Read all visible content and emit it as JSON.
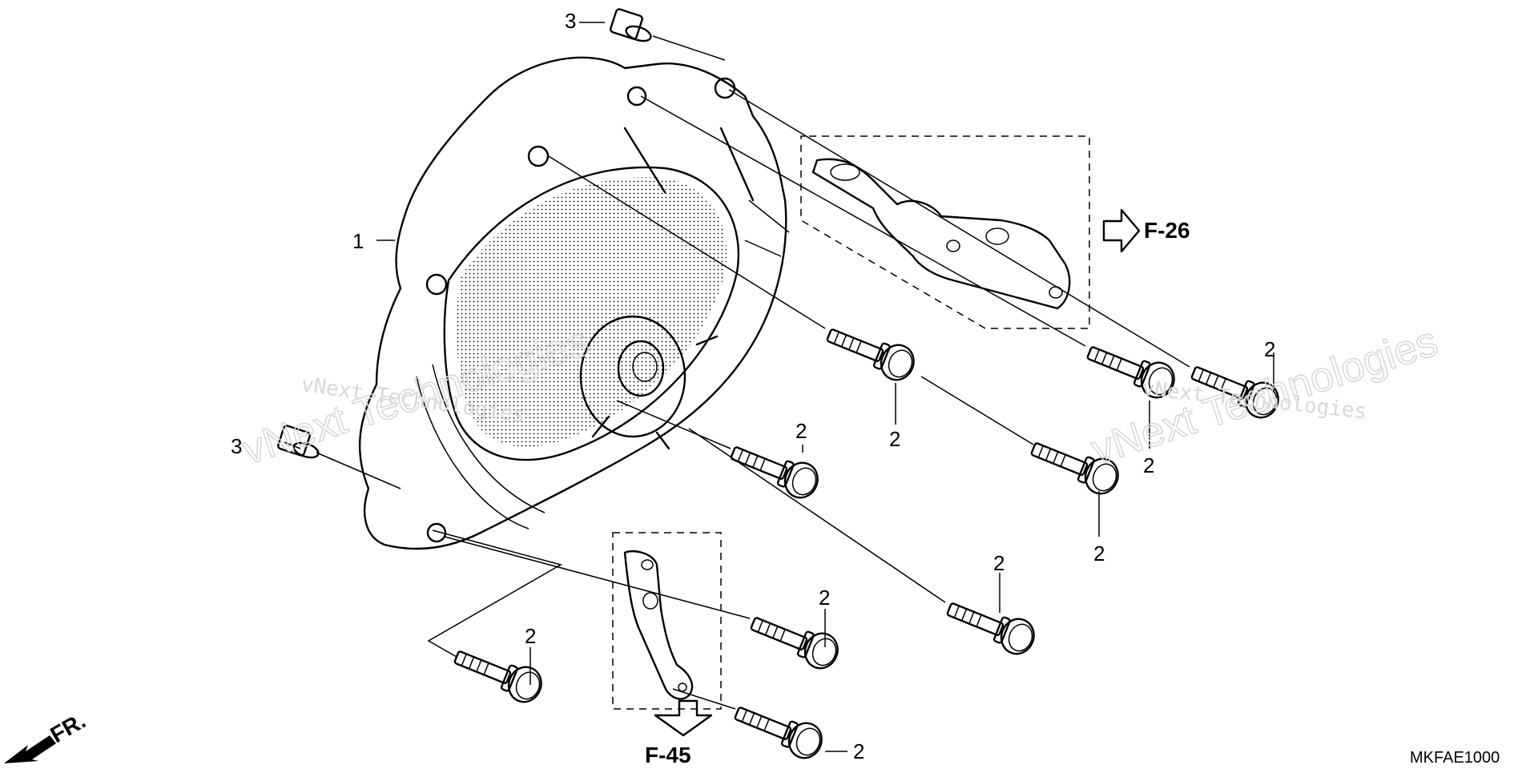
{
  "part_labels": {
    "cover": "1",
    "bolt": "2",
    "dowel": "3"
  },
  "references": {
    "upper": "F-26",
    "lower": "F-45"
  },
  "front_indicator": "FR.",
  "diagram_code": "MKFAE1000",
  "watermarks": {
    "left_small": "vNext Technologies",
    "right_small": "vNext Technologies",
    "left_big": "vNext Technologies",
    "right_big": "vNext Technologies"
  }
}
